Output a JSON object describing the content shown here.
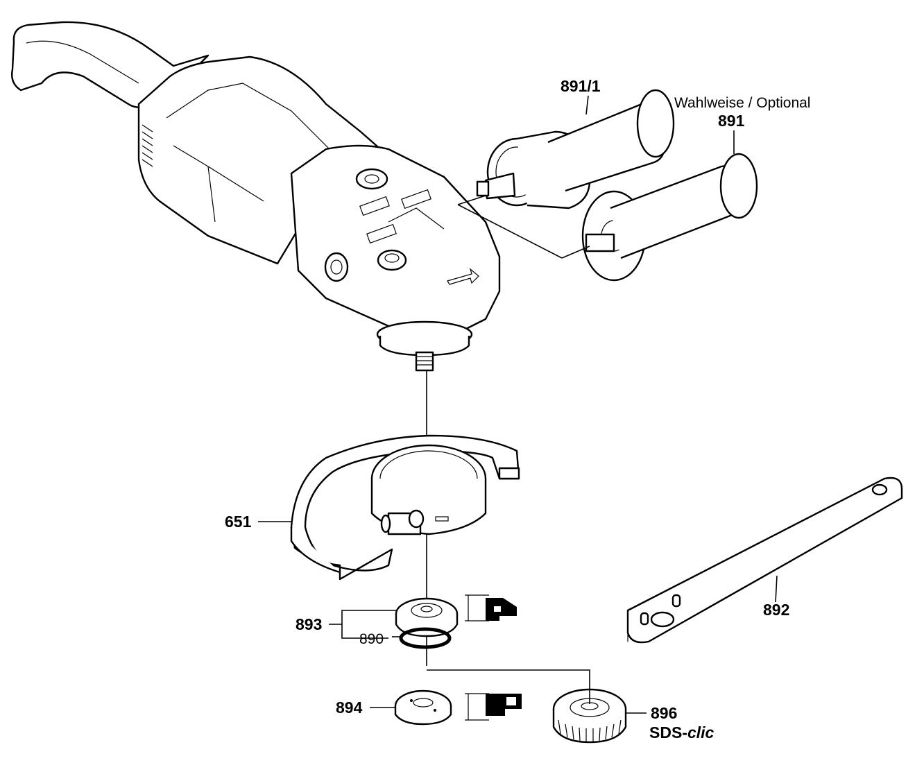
{
  "labels": {
    "handle_891_1": "891/1",
    "optional": "Wahlweise / Optional",
    "handle_891": "891",
    "guard_651": "651",
    "wrench_892": "892",
    "flange_893": "893",
    "oring_890": "890",
    "nut_894": "894",
    "nut_896": "896",
    "sds_prefix": "SDS-",
    "sds_suffix": "clic"
  }
}
